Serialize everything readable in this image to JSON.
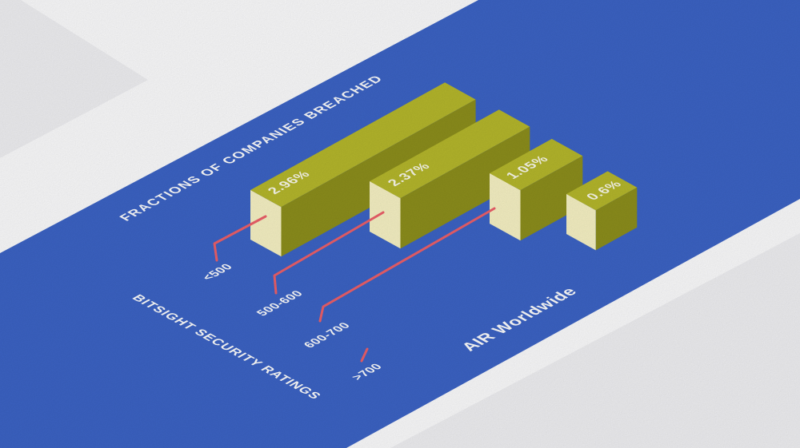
{
  "infographic": {
    "title": "FRACTIONS OF COMPANIES BREACHED",
    "axis_label": "BITSIGHT SECURITY RATINGS",
    "brand": "AIR Worldwide",
    "colors": {
      "band_blue": "#3c64c6",
      "background_white": "#fdfdfe",
      "shadow_band": "#f1f1f4",
      "bar_top": "#b6b82c",
      "bar_side": "#8d8f1c",
      "bar_front": "#f8f3c5",
      "leader_line": "#ee606a",
      "label_text": "#ffffff",
      "value_text": "#fbfaec"
    }
  },
  "chart_data": {
    "type": "bar",
    "projection": "isometric-3d",
    "title": "FRACTIONS OF COMPANIES BREACHED",
    "xlabel": "BITSIGHT SECURITY RATINGS",
    "ylabel": "FRACTIONS OF COMPANIES BREACHED",
    "unit": "%",
    "categories": [
      "<500",
      "500-600",
      "600-700",
      ">700"
    ],
    "values": [
      2.96,
      2.37,
      1.05,
      0.6
    ],
    "value_labels": [
      "2.96%",
      "2.37%",
      "1.05%",
      "0.6%"
    ],
    "legend_position": "none",
    "grid": false,
    "annotations": [
      "AIR Worldwide"
    ]
  }
}
